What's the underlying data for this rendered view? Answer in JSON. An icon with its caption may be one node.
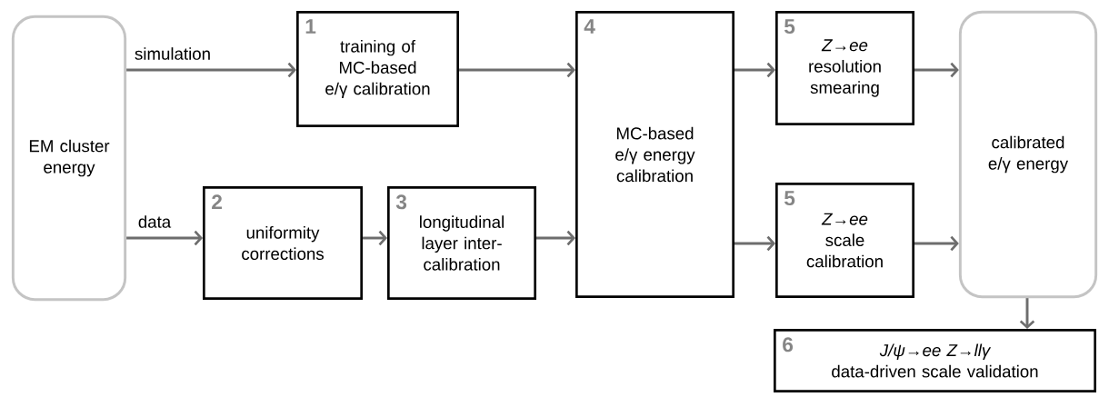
{
  "diagram": {
    "nodes": [
      {
        "text": [
          "EM cluster energy"
        ]
      },
      {
        "text": [
          "1",
          "training of MC-based e/γ calibration"
        ]
      },
      {
        "text": [
          "2",
          "uniformity corrections"
        ]
      },
      {
        "text": [
          "3",
          "longitudinal layer inter-calibration"
        ]
      },
      {
        "text": [
          "4",
          "MC-based e/γ energy calibration"
        ]
      },
      {
        "text": [
          "5",
          "Z→ee",
          "resolution smearing"
        ]
      },
      {
        "text": [
          "5",
          "Z→ee",
          "scale calibration"
        ]
      },
      {
        "text": [
          "calibrated e/γ energy"
        ]
      },
      {
        "text": [
          "6",
          "J/ψ→ee Z→llγ",
          "data-driven scale validation"
        ]
      }
    ],
    "edges": [
      {
        "from": 0,
        "to": 1,
        "arrow": "to",
        "label": "simulation"
      },
      {
        "from": 0,
        "to": 2,
        "arrow": "to",
        "label": "data"
      },
      {
        "from": 1,
        "to": 4,
        "arrow": "to"
      },
      {
        "from": 2,
        "to": 3,
        "arrow": "to"
      },
      {
        "from": 3,
        "to": 4,
        "arrow": "to"
      },
      {
        "from": 4,
        "to": 5,
        "arrow": "to"
      },
      {
        "from": 4,
        "to": 6,
        "arrow": "to"
      },
      {
        "from": 5,
        "to": 7,
        "arrow": "to"
      },
      {
        "from": 6,
        "to": 7,
        "arrow": "to"
      },
      {
        "from": 7,
        "to": 8,
        "arrow": "to"
      }
    ]
  }
}
